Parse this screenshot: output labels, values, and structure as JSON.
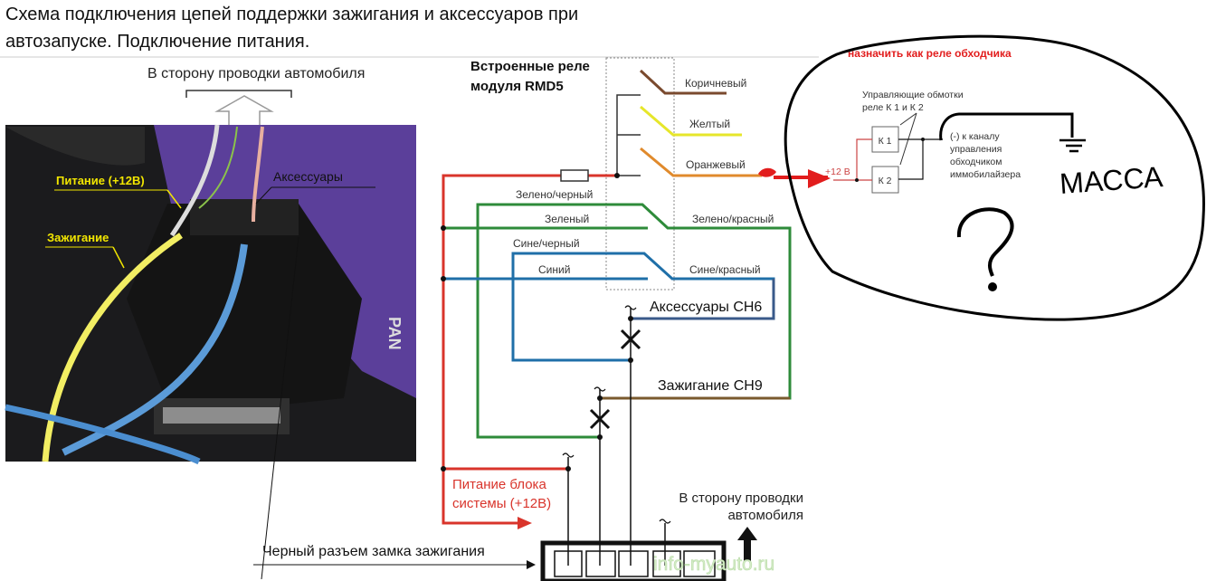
{
  "title": {
    "line1": "Схема подключения цепей поддержки зажигания и аксессуаров при",
    "line2": "автозапуске. Подключение питания."
  },
  "photo": {
    "top_caption": "В сторону проводки автомобиля",
    "label_power": "Питание (+12В)",
    "label_ignition": "Зажигание",
    "label_accessories": "Аксессуары",
    "connector_caption": "Черный разъем замка зажигания"
  },
  "relay": {
    "title_line1": "Встроенные реле",
    "title_line2": "модуля RMD5",
    "wires": {
      "brown": "Коричневый",
      "yellow": "Желтый",
      "orange": "Оранжевый",
      "green_black": "Зелено/черный",
      "green": "Зеленый",
      "green_red": "Зелено/красный",
      "blue_black": "Сине/черный",
      "blue": "Синий",
      "blue_red": "Сине/красный"
    },
    "accessories_ch": "Аксессуары CH6",
    "ignition_ch": "Зажигание CH9",
    "power_line1": "Питание блока",
    "power_line2": "системы (+12В)",
    "to_car_line1": "В сторону проводки",
    "to_car_line2": "автомобиля",
    "watermark": "info-myauto.ru"
  },
  "annotation": {
    "red_note": "назначить как реле обходчика",
    "coils_line1": "Управляющие обмотки",
    "coils_line2": "реле К 1 и К 2",
    "k1": "К 1",
    "k2": "К 2",
    "plus12": "+12 В",
    "channel_line1": "(-) к каналу",
    "channel_line2": "управления",
    "channel_line3": "обходчиком",
    "channel_line4": "иммобилайзера",
    "ground_text": "МАССА",
    "question": "?"
  },
  "colors": {
    "red": "#d9342b",
    "green": "#2e8b3a",
    "blue": "#1f6fa8",
    "brown": "#7a4a2e",
    "yellow": "#e6e62a",
    "orange": "#e08a2c",
    "photo_label": "#f2e600"
  }
}
